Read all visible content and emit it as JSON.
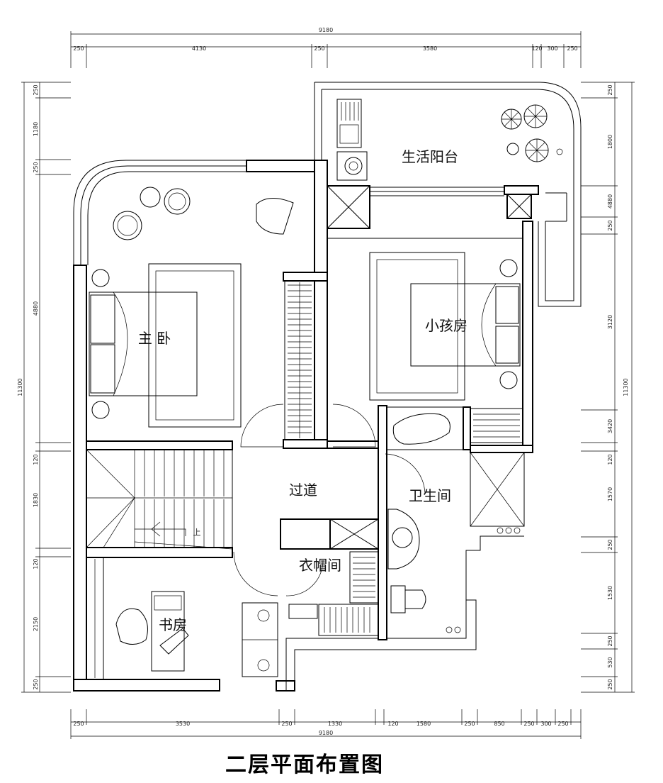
{
  "title": "二层平面布置图",
  "rooms": {
    "balcony": "生活阳台",
    "master_bedroom": "主 卧",
    "kids_room": "小孩房",
    "corridor": "过道",
    "bathroom": "卫生间",
    "cloakroom": "衣帽间",
    "study": "书房"
  },
  "stair_mark": "上",
  "dims_top": {
    "total": "9180",
    "segments": [
      "250",
      "4130",
      "250",
      "3580",
      "120",
      "300",
      "250"
    ]
  },
  "dims_bottom": {
    "total": "9180",
    "segments": [
      "250",
      "3530",
      "250",
      "1330",
      "120",
      "1580",
      "250",
      "850",
      "250",
      "300",
      "250"
    ]
  },
  "dims_left": {
    "total": "11300",
    "segments": [
      "250",
      "1180",
      "250",
      "4880",
      "120",
      "1830",
      "120",
      "2150",
      "250"
    ]
  },
  "dims_right": {
    "total": "11300",
    "segments": [
      "250",
      "1800",
      "4880",
      "250",
      "3120",
      "3420",
      "120",
      "1570",
      "250",
      "1530",
      "250",
      "530",
      "250"
    ]
  }
}
